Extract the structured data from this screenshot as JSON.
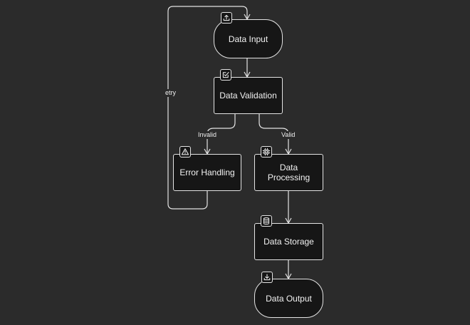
{
  "nodes": {
    "input": {
      "label": "Data Input",
      "icon": "upload-icon"
    },
    "validation": {
      "label": "Data Validation",
      "icon": "checkbox-edit-icon"
    },
    "error": {
      "label": "Error Handling",
      "icon": "warning-icon"
    },
    "processing": {
      "label": "Data\nProcessing",
      "icon": "cpu-chip-icon"
    },
    "storage": {
      "label": "Data Storage",
      "icon": "database-icon"
    },
    "output": {
      "label": "Data Output",
      "icon": "download-icon"
    }
  },
  "edges": {
    "invalid": "Invalid",
    "valid": "Valid",
    "retry": "etry"
  },
  "colors": {
    "background": "#2b2b2b",
    "node_fill": "#161616",
    "stroke": "#e4e4e4",
    "text": "#f2f2f2"
  }
}
